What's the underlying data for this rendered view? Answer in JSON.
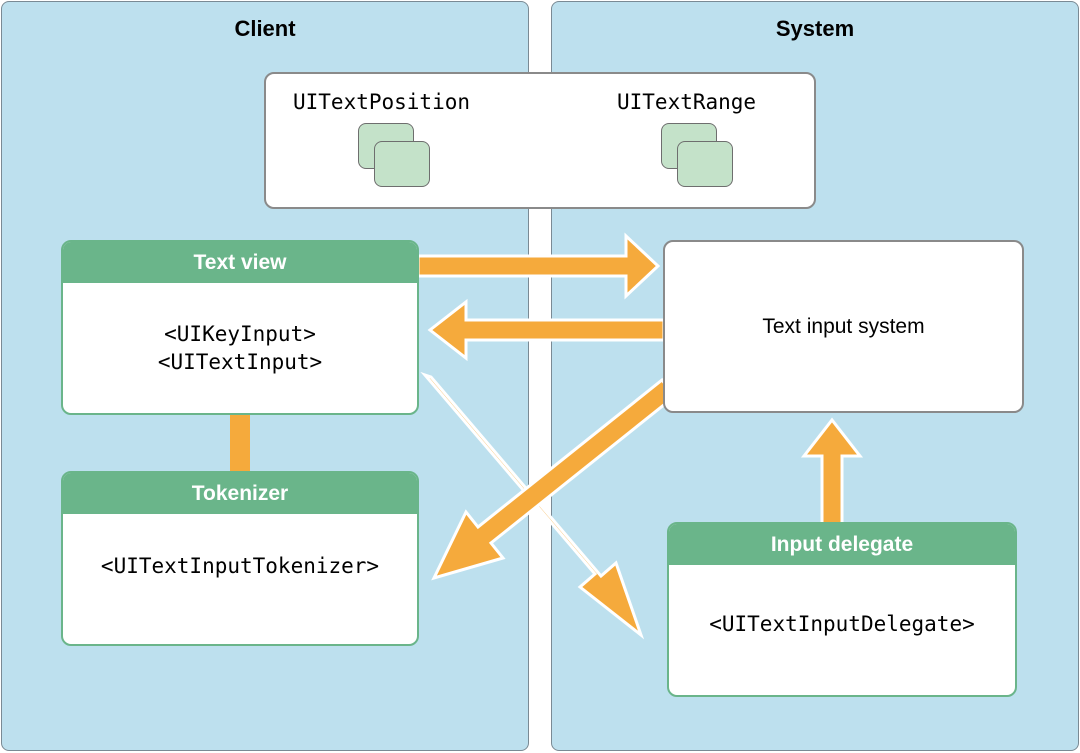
{
  "panels": {
    "client": "Client",
    "system": "System"
  },
  "types": {
    "position": "UITextPosition",
    "range": "UITextRange"
  },
  "text_view": {
    "title": "Text view",
    "protocols": [
      "<UIKeyInput>",
      "<UITextInput>"
    ]
  },
  "tokenizer": {
    "title": "Tokenizer",
    "protocol": "<UITextInputTokenizer>"
  },
  "input_delegate": {
    "title": "Input delegate",
    "protocol": "<UITextInputDelegate>"
  },
  "text_input_system": {
    "label": "Text input system"
  },
  "colors": {
    "panel_bg": "#bde0ee",
    "card_header": "#6ab58a",
    "arrow": "#f5aa3c",
    "type_icon": "#c4e2c9"
  },
  "icons": [
    "stacked-squares-icon"
  ]
}
